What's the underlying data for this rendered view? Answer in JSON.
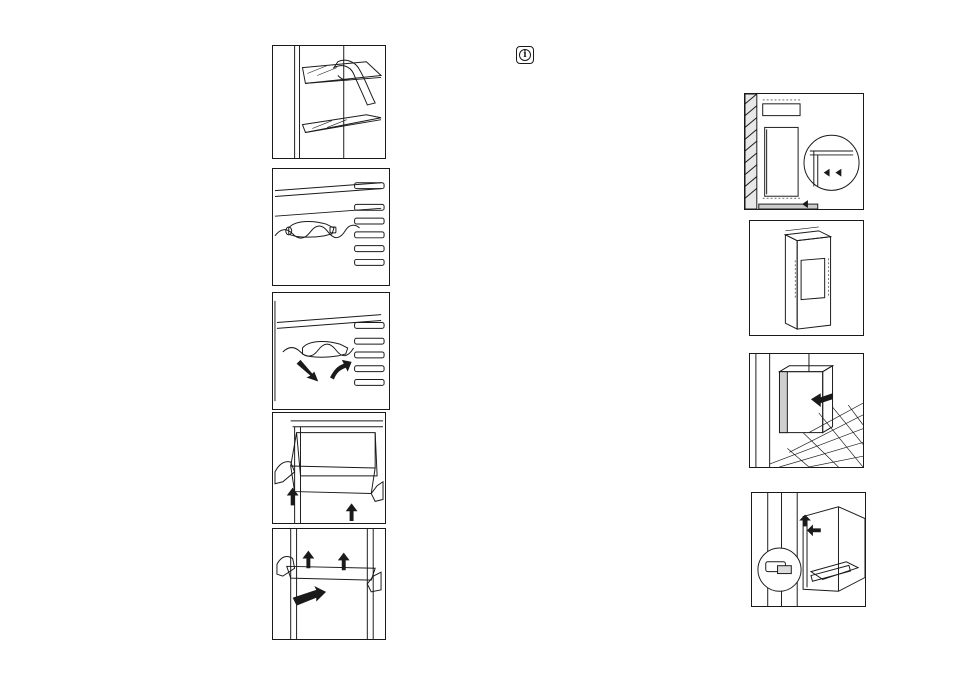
{
  "page": {
    "info_icon": "info-icon",
    "left_column": [
      {
        "name": "figure-glass-shelf-removal",
        "icon": "glass-shelf-illustration"
      },
      {
        "name": "figure-wine-rack-bottle",
        "icon": "wine-bottle-rack-illustration"
      },
      {
        "name": "figure-wine-rack-adjust",
        "icon": "wine-rack-arrows-illustration"
      },
      {
        "name": "figure-door-shelf-lift",
        "icon": "door-balcony-illustration"
      },
      {
        "name": "figure-door-shelf-remove",
        "icon": "door-balcony-removal-illustration"
      }
    ],
    "right_column": [
      {
        "name": "figure-ventilation-clearance",
        "icon": "ventilation-illustration"
      },
      {
        "name": "figure-niche-dimensions",
        "icon": "niche-cabinet-illustration"
      },
      {
        "name": "figure-appliance-insertion",
        "icon": "insertion-illustration"
      },
      {
        "name": "figure-door-hinge-fixing",
        "icon": "hinge-illustration"
      }
    ]
  }
}
